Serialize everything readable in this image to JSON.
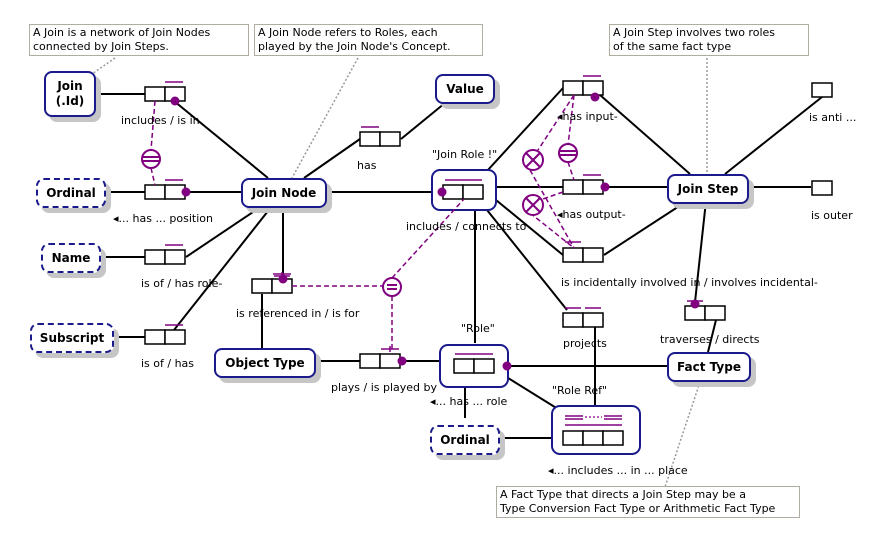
{
  "colors": {
    "entity_border": "#1a1a8c",
    "constraint": "#800080",
    "note_border": "#b0aca0",
    "shadow": "#c6c6c6"
  },
  "notes": {
    "join": "A Join is a network of Join Nodes\nconnected by Join Steps.",
    "join_node": "A Join Node refers to Roles, each\nplayed by the Join Node's Concept.",
    "join_step": "A Join Step involves two roles\nof the same fact type",
    "fact_type": "A Fact Type that directs a Join Step may be a\nType Conversion Fact Type or Arithmetic Fact Type"
  },
  "entities": {
    "join": "Join\n(.Id)",
    "join_node": "Join Node",
    "value": "Value",
    "join_step": "Join Step",
    "object_type": "Object Type",
    "fact_type": "Fact Type",
    "join_role": "",
    "role": "",
    "role_ref": ""
  },
  "value_types": {
    "ordinal_1": "Ordinal",
    "name": "Name",
    "subscript": "Subscript",
    "ordinal_2": "Ordinal"
  },
  "objectified_names": {
    "join_role": "\"Join Role !\"",
    "role": "\"Role\"",
    "role_ref": "\"Role Ref\""
  },
  "fact_readings": {
    "includes_is_in": "includes / is in",
    "has_position": "◂... has ... position",
    "is_of_has_role": "is of / has role-",
    "is_of_has": "is of / has",
    "has": "has",
    "is_referenced_in": "is referenced in / is for",
    "includes_connects_to": "includes / connects to",
    "has_input": "◂has input-",
    "has_output": "◂has output-",
    "incidental": "is incidentally involved in / involves incidental-",
    "projects": "projects",
    "traverses_directs": "traverses / directs",
    "plays": "plays / is played by",
    "has_role": "◂... has ... role",
    "includes_in_place": "◂... includes ... in ... place",
    "is_anti": "is anti ...",
    "is_outer": "is outer"
  },
  "constraint_symbols": {
    "equality": "=",
    "exclusion": "⊗",
    "subset": "⊖"
  }
}
